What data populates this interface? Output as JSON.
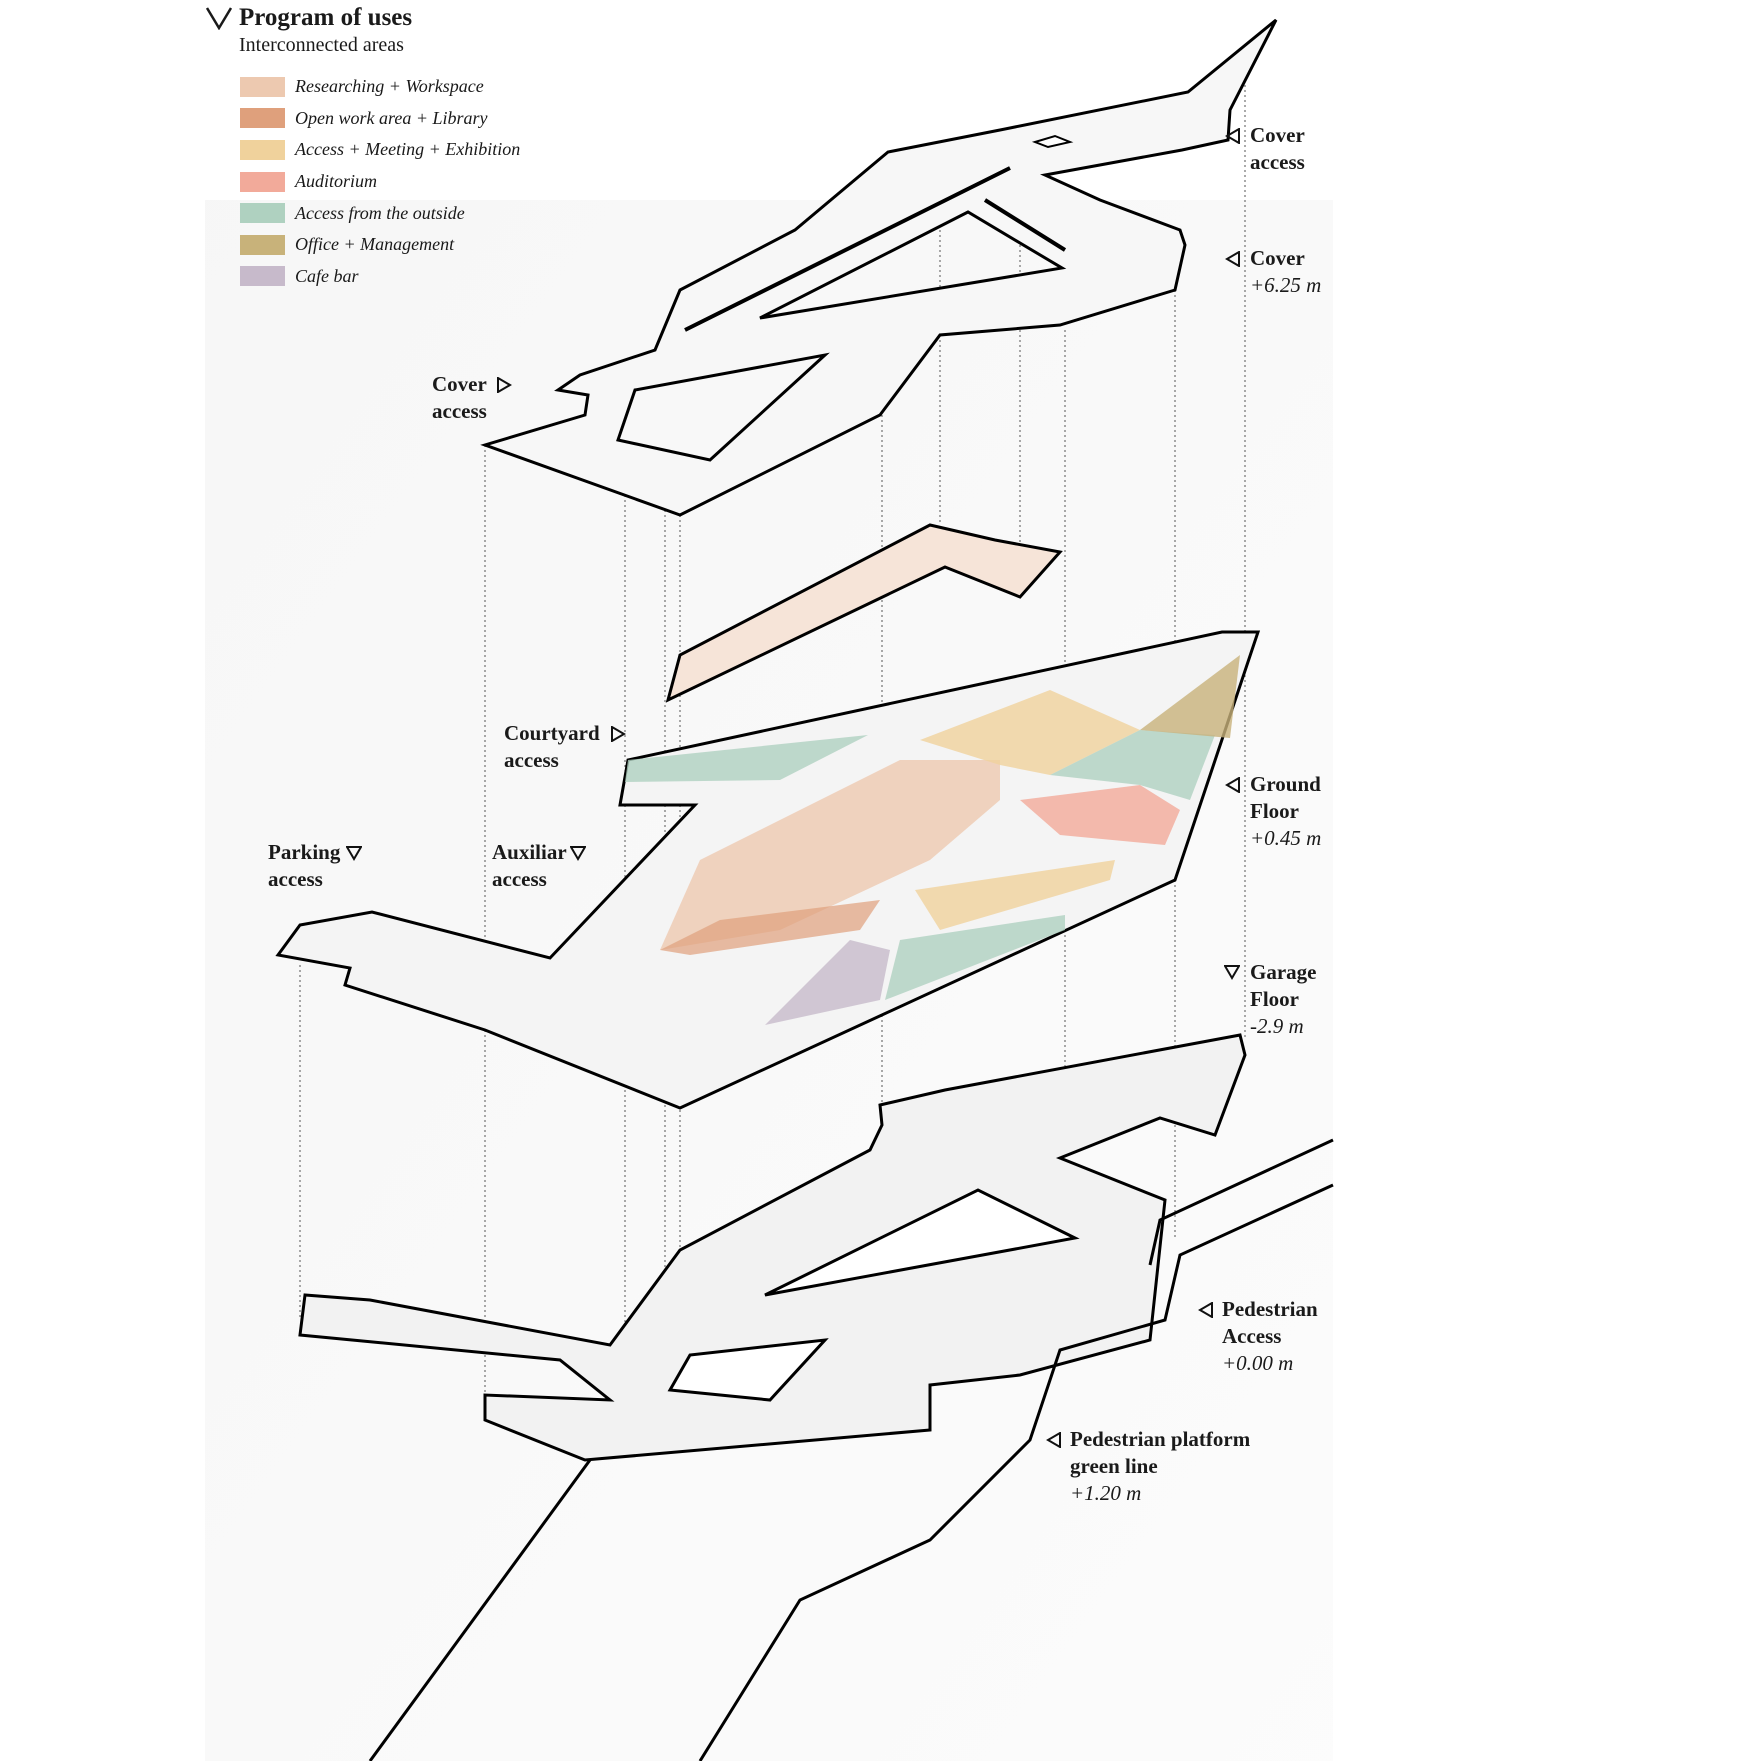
{
  "legend": {
    "title": "Program of uses",
    "subtitle": "Interconnected areas",
    "items": [
      {
        "label": "Researching + Workspace",
        "color": "#edc9b0"
      },
      {
        "label": "Open work area + Library",
        "color": "#dfa07c"
      },
      {
        "label": "Access + Meeting + Exhibition",
        "color": "#f0d29c"
      },
      {
        "label": "Auditorium",
        "color": "#f2aa9a"
      },
      {
        "label": "Access from the outside",
        "color": "#afd1c0"
      },
      {
        "label": "Office + Management",
        "color": "#c8b27a"
      },
      {
        "label": "Cafe bar",
        "color": "#c7bacb"
      }
    ]
  },
  "labels": {
    "cover_access_right": {
      "name": "Cover",
      "name2": "access"
    },
    "cover": {
      "name": "Cover",
      "level": "+6.25 m"
    },
    "cover_access_left": {
      "name": "Cover",
      "name2": "access"
    },
    "courtyard_access": {
      "name": "Courtyard",
      "name2": "access"
    },
    "ground_floor": {
      "name": "Ground",
      "name2": "Floor",
      "level": "+0.45 m"
    },
    "parking_access": {
      "name": "Parking",
      "name2": "access"
    },
    "auxiliar_access": {
      "name": "Auxiliar",
      "name2": "access"
    },
    "garage_floor": {
      "name": "Garage",
      "name2": "Floor",
      "level": "-2.9 m"
    },
    "pedestrian_access": {
      "name": "Pedestrian",
      "name2": "Access",
      "level": "+0.00 m"
    },
    "pedestrian_platform": {
      "name": "Pedestrian platform",
      "name2": "green line",
      "level": "+1.20 m"
    }
  }
}
